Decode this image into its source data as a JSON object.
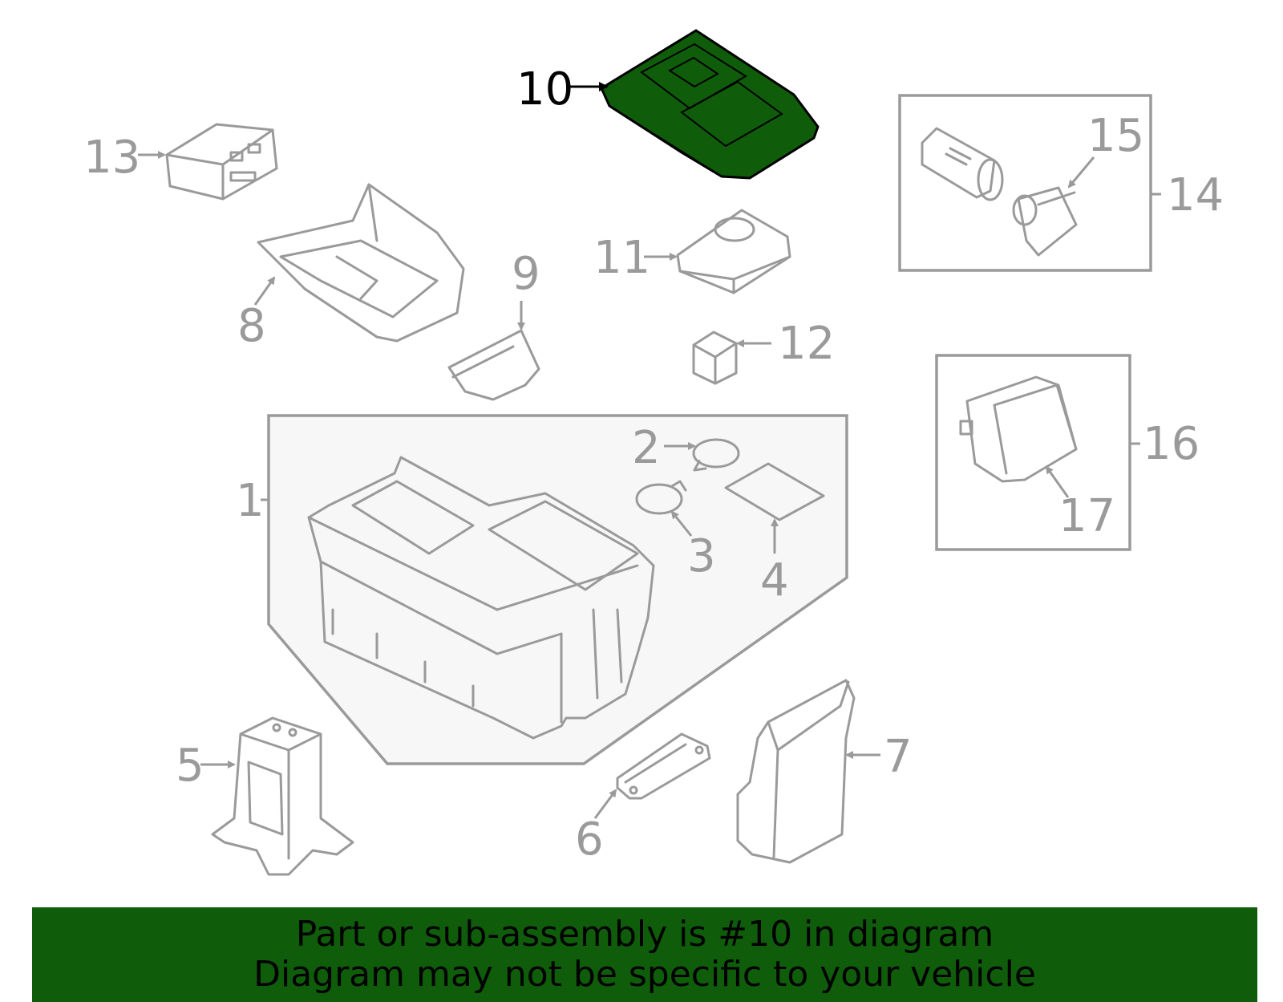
{
  "colors": {
    "highlight": "#0f5d0a",
    "line": "#9a9a9a",
    "banner": "#0f5d0a"
  },
  "highlighted_part": "10",
  "callouts": {
    "c1": "1",
    "c2": "2",
    "c3": "3",
    "c4": "4",
    "c5": "5",
    "c6": "6",
    "c7": "7",
    "c8": "8",
    "c9": "9",
    "c10": "10",
    "c11": "11",
    "c12": "12",
    "c13": "13",
    "c14": "14",
    "c15": "15",
    "c16": "16",
    "c17": "17"
  },
  "banner": {
    "line1": "Part or sub-assembly is #10 in diagram",
    "line2": "Diagram may not be specific to your vehicle"
  }
}
